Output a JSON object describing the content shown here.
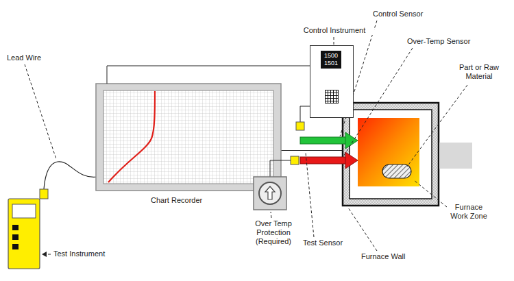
{
  "diagram": {
    "nodes": [
      {
        "text": [
          "1500",
          "1501"
        ]
      }
    ],
    "labels": [
      "Control Sensor",
      "Over-Temp Sensor",
      "Control Instrument",
      "Part or Raw Material",
      "Lead Wire",
      "Chart Recorder",
      "Furnace Work Zone",
      "Test Instrument",
      "Over Temp Protection (Required)",
      "Test Sensor",
      "Furnace Wall"
    ]
  }
}
